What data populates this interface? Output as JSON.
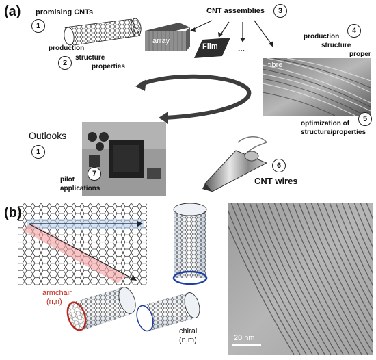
{
  "panel_a": {
    "label": "(a)",
    "promising_cnts": "promising CNTs",
    "production": "production",
    "structure": "structure",
    "properties": "properties",
    "cnt_assemblies": "CNT assemblies",
    "array": "array",
    "film": "Film",
    "ellipsis": "...",
    "fibre": "fibre",
    "production_2": "production",
    "structure_2": "structure",
    "proper": "proper",
    "optimization_line1": "optimization of",
    "optimization_line2": "structure/properties",
    "outlooks": "Outlooks",
    "pilot": "pilot",
    "applications": "applications",
    "cnt_wires": "CNT wires",
    "circle_numbers": {
      "promising": "1",
      "properties": "2",
      "assemblies": "3",
      "production": "4",
      "optimization": "5",
      "wires": "6",
      "pilot": "7",
      "outlooks": "1"
    }
  },
  "panel_b": {
    "label": "(b)",
    "armchair": "armchair",
    "armchair_index": "(n,n)",
    "chiral": "chiral",
    "chiral_index": "(n,m)",
    "scale_bar": "20 nm"
  },
  "colors": {
    "armchair_red": "#c0281e",
    "zigzag_blue": "#1e3fa0",
    "highlight_red": "#f4a0a0",
    "highlight_blue": "#b8d0f0"
  }
}
